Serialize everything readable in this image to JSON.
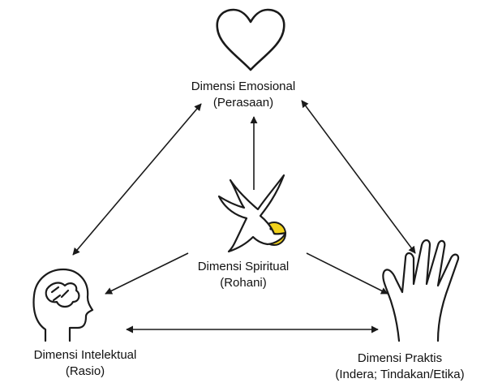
{
  "diagram": {
    "nodes": {
      "emotional": {
        "title": "Dimensi Emosional",
        "subtitle": "(Perasaan)",
        "icon": "heart-icon"
      },
      "spiritual": {
        "title": "Dimensi Spiritual",
        "subtitle": "(Rohani)",
        "icon": "dove-icon"
      },
      "intellectual": {
        "title": "Dimensi Intelektual",
        "subtitle": "(Rasio)",
        "icon": "head-brain-icon"
      },
      "practical": {
        "title": "Dimensi Praktis",
        "subtitle": "(Indera; Tindakan/Etika)",
        "icon": "hand-icon"
      }
    },
    "edges": [
      {
        "from": "emotional",
        "to": "intellectual",
        "direction": "both"
      },
      {
        "from": "emotional",
        "to": "practical",
        "direction": "both"
      },
      {
        "from": "intellectual",
        "to": "practical",
        "direction": "both"
      },
      {
        "from": "spiritual",
        "to": "emotional",
        "direction": "to"
      },
      {
        "from": "spiritual",
        "to": "intellectual",
        "direction": "to"
      },
      {
        "from": "spiritual",
        "to": "practical",
        "direction": "to"
      }
    ],
    "colors": {
      "line": "#1a1a1a",
      "halo": "#f2d21b"
    }
  }
}
